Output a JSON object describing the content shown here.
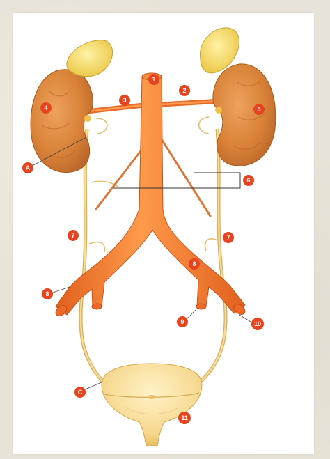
{
  "diagram": {
    "callouts": [
      {
        "id": "c1",
        "label": "1"
      },
      {
        "id": "c2",
        "label": "2"
      },
      {
        "id": "c3",
        "label": "3"
      },
      {
        "id": "c4",
        "label": "4"
      },
      {
        "id": "c5",
        "label": "5"
      },
      {
        "id": "cA",
        "label": "A"
      },
      {
        "id": "c6",
        "label": "6"
      },
      {
        "id": "c7l",
        "label": "7"
      },
      {
        "id": "c7r",
        "label": "7"
      },
      {
        "id": "c8l",
        "label": "8"
      },
      {
        "id": "c8r",
        "label": "8"
      },
      {
        "id": "c9",
        "label": "9"
      },
      {
        "id": "c10",
        "label": "10"
      },
      {
        "id": "cC",
        "label": "C"
      },
      {
        "id": "c11",
        "label": "11"
      }
    ],
    "colors": {
      "callout": "#e8431f",
      "artery": "#f07a2e",
      "kidney": "#d9843a",
      "adrenal": "#f5d35a",
      "ureter": "#e9c37a",
      "bladder": "#f6dc9c"
    }
  }
}
